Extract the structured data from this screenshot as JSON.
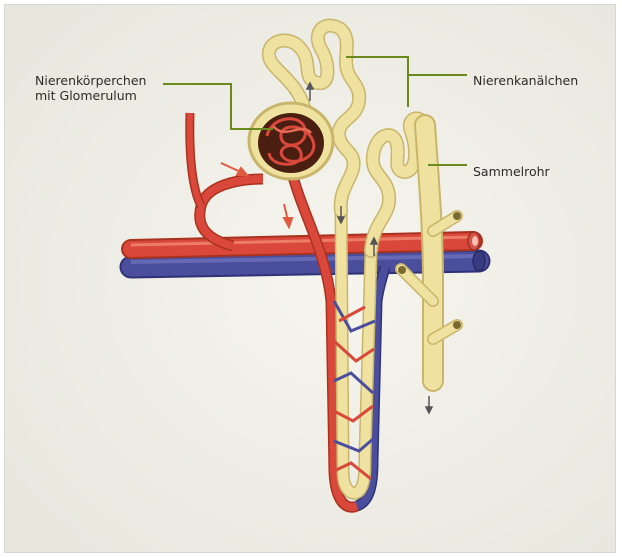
{
  "labels": {
    "nierenkoerperchen_line1": "Nierenkörperchen",
    "nierenkoerperchen_line2": "mit Glomerulum",
    "nierenkanaelchen": "Nierenkanälchen",
    "sammelrohr": "Sammelrohr"
  },
  "colors": {
    "background": "#efeee6",
    "artery": "#d9483a",
    "vein": "#4b4e9c",
    "tubule": "#efe1a0",
    "tubule_outline": "#c9b56a",
    "leader_line": "#6b8a1e",
    "flow_arrow": "#e25a42"
  }
}
